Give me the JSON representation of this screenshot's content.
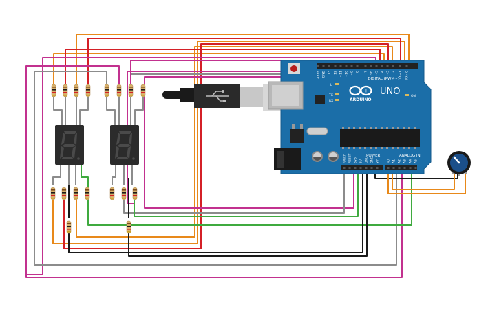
{
  "board": {
    "brand": "ARDUINO",
    "model": "UNO",
    "digital_header": "DIGITAL (PWM~)",
    "power_header": "POWER",
    "analog_header": "ANALOG IN",
    "on_label": "ON",
    "tx_label": "TX",
    "rx_label": "RX",
    "l_label": "L",
    "digital_pins": [
      "AREF",
      "GND",
      "13",
      "12",
      "~11",
      "~10",
      "~9",
      "8",
      "7",
      "~6",
      "~5",
      "4",
      "~3",
      "2",
      "TX→1",
      "RX←0"
    ],
    "power_pins": [
      "IOREF",
      "RESET",
      "3V3",
      "5V",
      "GND",
      "GND",
      "Vin"
    ],
    "analog_pins": [
      "A0",
      "A1",
      "A2",
      "A3",
      "A4",
      "A5"
    ]
  },
  "displays": [
    {
      "id": "left",
      "glyph": "8"
    },
    {
      "id": "right",
      "glyph": "8"
    }
  ],
  "colors": {
    "board": "#1b6ea8",
    "board_edge": "#165b8c",
    "wire_orange": "#e8891a",
    "wire_red": "#d42027",
    "wire_magenta": "#c2318f",
    "wire_gray": "#8c8c8c",
    "wire_green": "#3faa3f",
    "wire_black": "#1a1a1a",
    "segment_off": "#4a4a4a",
    "display_body": "#2b2b2b"
  },
  "components": {
    "usb_cable": "usb-cable-icon",
    "potentiometer": "potentiometer-icon",
    "resistor": "resistor-icon"
  }
}
